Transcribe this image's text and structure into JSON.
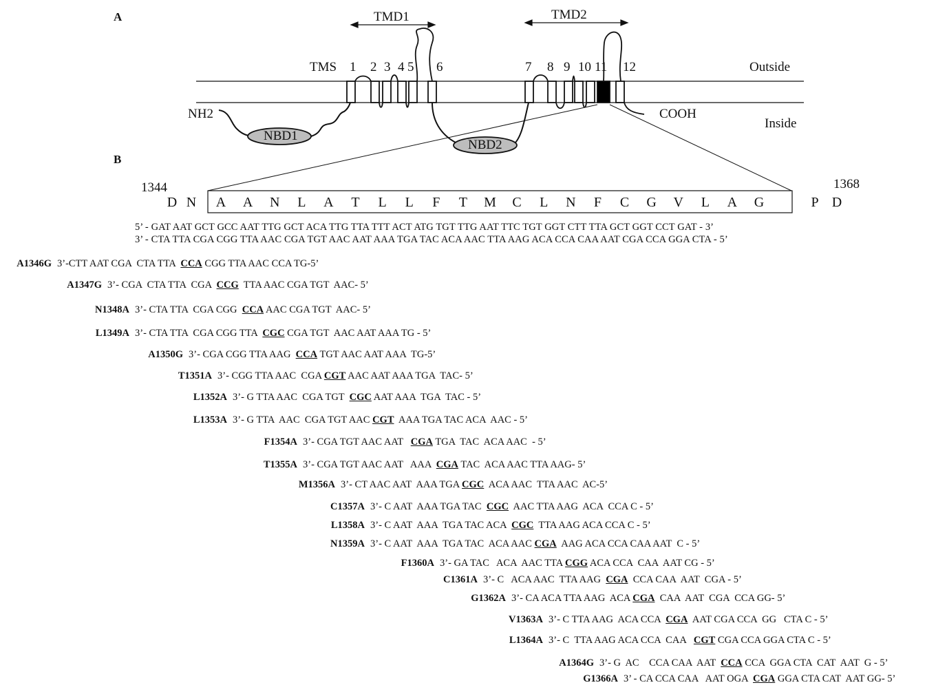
{
  "figure": {
    "panel_a_label": "A",
    "panel_b_label": "B",
    "tmd1_label": "TMD1",
    "tmd2_label": "TMD2",
    "tms_label": "TMS",
    "tms_numbers": [
      "1",
      "2",
      "3",
      "4",
      "5",
      "6",
      "7",
      "8",
      "9",
      "10",
      "11",
      "12"
    ],
    "outside_label": "Outside",
    "inside_label": "Inside",
    "nh2_label": "NH2",
    "cooh_label": "COOH",
    "nbd1_label": "NBD1",
    "nbd2_label": "NBD2",
    "colors": {
      "nbd_fill": "#bdbdbd",
      "tms11_fill": "#000000",
      "line": "#111111"
    }
  },
  "sequence": {
    "start_pos": "1344",
    "end_pos": "1368",
    "flank_left": [
      "D",
      "N"
    ],
    "boxed_residues": [
      "A",
      "A",
      "N",
      "L",
      "A",
      "T",
      "L",
      "L",
      "F",
      "T",
      "M",
      "C",
      "L",
      "N",
      "F",
      "C",
      "G",
      "V",
      "L",
      "A",
      "G"
    ],
    "flank_right": [
      "P",
      "D"
    ],
    "strand_5to3": "5’ - GAT AAT  GCT  GCC AAT  TTG  GCT ACA TTG TTA  TTT   ACT  ATG TGT  TTG  AAT  TTC  TGT   GGT  CTT    TTA  GCT  GGT  CCT  GAT - 3’",
    "strand_3to5": "3’ - CTA TTA   CGA  CGG TTA  AAC   CGA TGT AAC  AAT  AAA  TGA  TAC  ACA  AAC  TTA  AAG  ACA  CCA  CAA   AAT  CGA  CCA  GGA  CTA - 5’"
  },
  "mutations": [
    {
      "name": "A1346G",
      "pre": "3’-CTT AAT CGA  CTA TTA  ",
      "codon": "CCA",
      "post": " CGG TTA AAC CCA TG-5’"
    },
    {
      "name": "A1347G",
      "pre": "3’- CGA  CTA TTA  CGA  ",
      "codon": "CCG",
      "post": "  TTA AAC CGA TGT  AAC- 5’"
    },
    {
      "name": "N1348A",
      "pre": "3’- CTA TTA  CGA CGG  ",
      "codon": "CCA",
      "post": " AAC CGA TGT  AAC- 5’"
    },
    {
      "name": "L1349A",
      "pre": "3’- CTA TTA  CGA CGG TTA  ",
      "codon": "CGC",
      "post": " CGA TGT  AAC AAT AAA TG - 5’"
    },
    {
      "name": "A1350G",
      "pre": "3’- CGA CGG TTA AAG  ",
      "codon": "CCA",
      "post": " TGT AAC AAT AAA  TG-5’"
    },
    {
      "name": "T1351A",
      "pre": "3’- CGG TTA AAC  CGA ",
      "codon": "CGT",
      "post": " AAC AAT AAA TGA  TAC- 5’"
    },
    {
      "name": "L1352A",
      "pre": "3’- G TTA AAC  CGA TGT  ",
      "codon": "CGC",
      "post": " AAT AAA  TGA  TAC - 5’"
    },
    {
      "name": "L1353A",
      "pre": "3’- G TTA  AAC  CGA TGT AAC ",
      "codon": "CGT",
      "post": "  AAA TGA TAC ACA  AAC - 5’"
    },
    {
      "name": "F1354A",
      "pre": "3’- CGA TGT AAC AAT   ",
      "codon": "CGA",
      "post": " TGA  TAC  ACA AAC  - 5’"
    },
    {
      "name": "T1355A",
      "pre": "3’- CGA TGT AAC AAT   AAA  ",
      "codon": "CGA",
      "post": " TAC  ACA AAC TTA AAG- 5’"
    },
    {
      "name": "M1356A",
      "pre": "3’- CT AAC AAT  AAA TGA ",
      "codon": "CGC",
      "post": "  ACA AAC  TTA AAC  AC-5’"
    },
    {
      "name": "C1357A",
      "pre": "3’- C AAT  AAA TGA TAC  ",
      "codon": "CGC",
      "post": "  AAC TTA AAG  ACA  CCA C - 5’"
    },
    {
      "name": "L1358A",
      "pre": "3’- C AAT  AAA  TGA TAC ACA  ",
      "codon": "CGC",
      "post": "  TTA AAG ACA CCA C - 5’"
    },
    {
      "name": "N1359A",
      "pre": "3’- C AAT  AAA  TGA TAC  ACA AAC ",
      "codon": "CGA",
      "post": "  AAG ACA CCA CAA AAT  C - 5’"
    },
    {
      "name": "F1360A",
      "pre": "3’- GA TAC   ACA  AAC TTA ",
      "codon": "CGG",
      "post": " ACA CCA  CAA  AAT CG - 5’"
    },
    {
      "name": "C1361A",
      "pre": "3’- C   ACA AAC  TTA AAG  ",
      "codon": "CGA",
      "post": "  CCA CAA  AAT  CGA - 5’"
    },
    {
      "name": "G1362A",
      "pre": "3’- CA ACA TTA AAG  ACA ",
      "codon": "CGA",
      "post": "  CAA  AAT  CGA  CCA GG- 5’"
    },
    {
      "name": "V1363A",
      "pre": "3’- C TTA AAG  ACA CCA  ",
      "codon": "CGA",
      "post": "  AAT CGA CCA  GG   CTA C - 5’"
    },
    {
      "name": "L1364A",
      "pre": "3’- C  TTA AAG ACA CCA  CAA   ",
      "codon": "CGT",
      "post": " CGA CCA GGA CTA C - 5’"
    },
    {
      "name": "A1364G",
      "pre": "3’- G  AC    CCA CAA  AAT  ",
      "codon": "CCA",
      "post": " CCA  GGA CTA  CAT  AAT  G - 5’"
    },
    {
      "name": "G1366A",
      "pre": "3’ - CA CCA CAA   AAT OGA  ",
      "codon": "CGA",
      "post": " GGA CTA CAT  AAT GG- 5’"
    }
  ]
}
